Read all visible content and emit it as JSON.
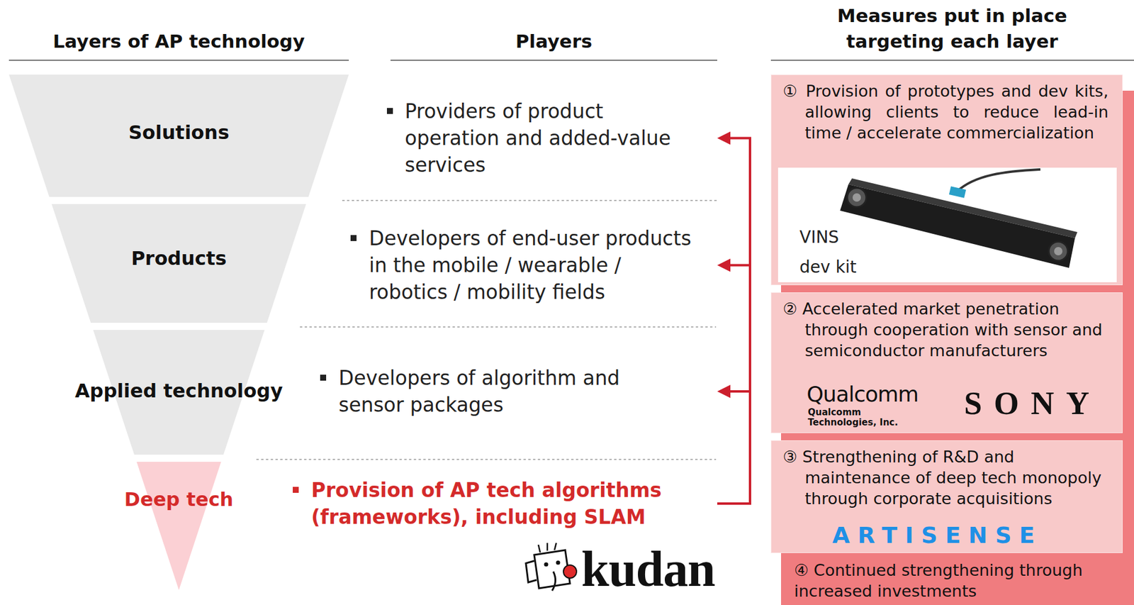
{
  "diagram": {
    "nodes": [
      {
        "text": [
          "Solutions"
        ]
      },
      {
        "text": [
          "Providers of product operation and added-value services"
        ]
      },
      {
        "text": [
          "Products"
        ]
      },
      {
        "text": [
          "Developers of end-user products in the mobile / wearable / robotics / mobility fields"
        ]
      },
      {
        "text": [
          "Applied technology"
        ]
      },
      {
        "text": [
          "Developers of algorithm and sensor packages"
        ]
      },
      {
        "text": [
          "Deep tech"
        ]
      },
      {
        "text": [
          "Provision of AP tech algorithms (frameworks), including SLAM"
        ]
      },
      {
        "text": [
          "④ Continued strengthening through increased investments"
        ]
      },
      {
        "text": [
          "① Provision of prototypes and dev kits, allowing clients to reduce lead-in time / accelerate commercialization"
        ],
        "in": 8
      },
      {
        "text": [
          "VINS dev kit"
        ],
        "in": 9
      },
      {
        "text": [
          "② Accelerated market penetration through cooperation with sensor and semiconductor manufacturers",
          "Qualcomm",
          "Qualcomm Technologies, Inc.",
          "SONY"
        ],
        "in": 8
      },
      {
        "text": [
          "③ Strengthening of R&D and maintenance of deep tech monopoly through corporate acquisitions",
          "ARTISENSE"
        ],
        "in": 8
      }
    ],
    "edges": [
      {
        "from": 7,
        "to": 1,
        "arrow": "to"
      },
      {
        "from": 7,
        "to": 3,
        "arrow": "to"
      },
      {
        "from": 7,
        "to": 5,
        "arrow": "to"
      }
    ],
    "labels": [
      "Layers of AP technology",
      "Players",
      "Measures put in place targeting each layer",
      "kudan"
    ]
  }
}
